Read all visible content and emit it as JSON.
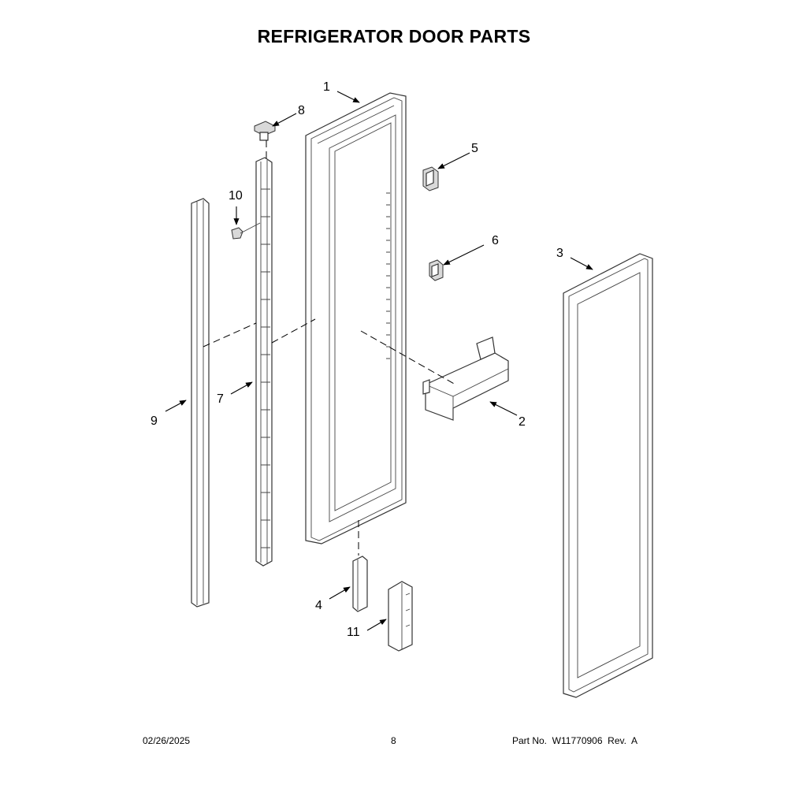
{
  "title": "REFRIGERATOR DOOR PARTS",
  "callouts": [
    "1",
    "2",
    "3",
    "4",
    "5",
    "6",
    "7",
    "8",
    "9",
    "10",
    "11"
  ],
  "footer": {
    "date": "02/26/2025",
    "page": "8",
    "part_no": "Part No.  W11770906  Rev.  A"
  }
}
